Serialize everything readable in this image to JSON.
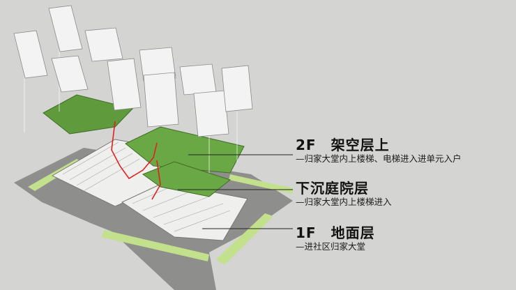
{
  "layers": [
    {
      "title": "2F　架空层上",
      "subtitle": "—归家大堂内上楼梯、电梯进入进单元入户"
    },
    {
      "title": "下沉庭院层",
      "subtitle": "—归家大堂内上楼梯进入"
    },
    {
      "title": "1F　地面层",
      "subtitle": "—进社区归家大堂"
    }
  ],
  "colors": {
    "background": "#d4d4d2",
    "road": "#8e8e8c",
    "lawn": "#bfe08a",
    "podium": "#5f9a3c",
    "building": "#f2f2f2",
    "route": "#e02020"
  }
}
